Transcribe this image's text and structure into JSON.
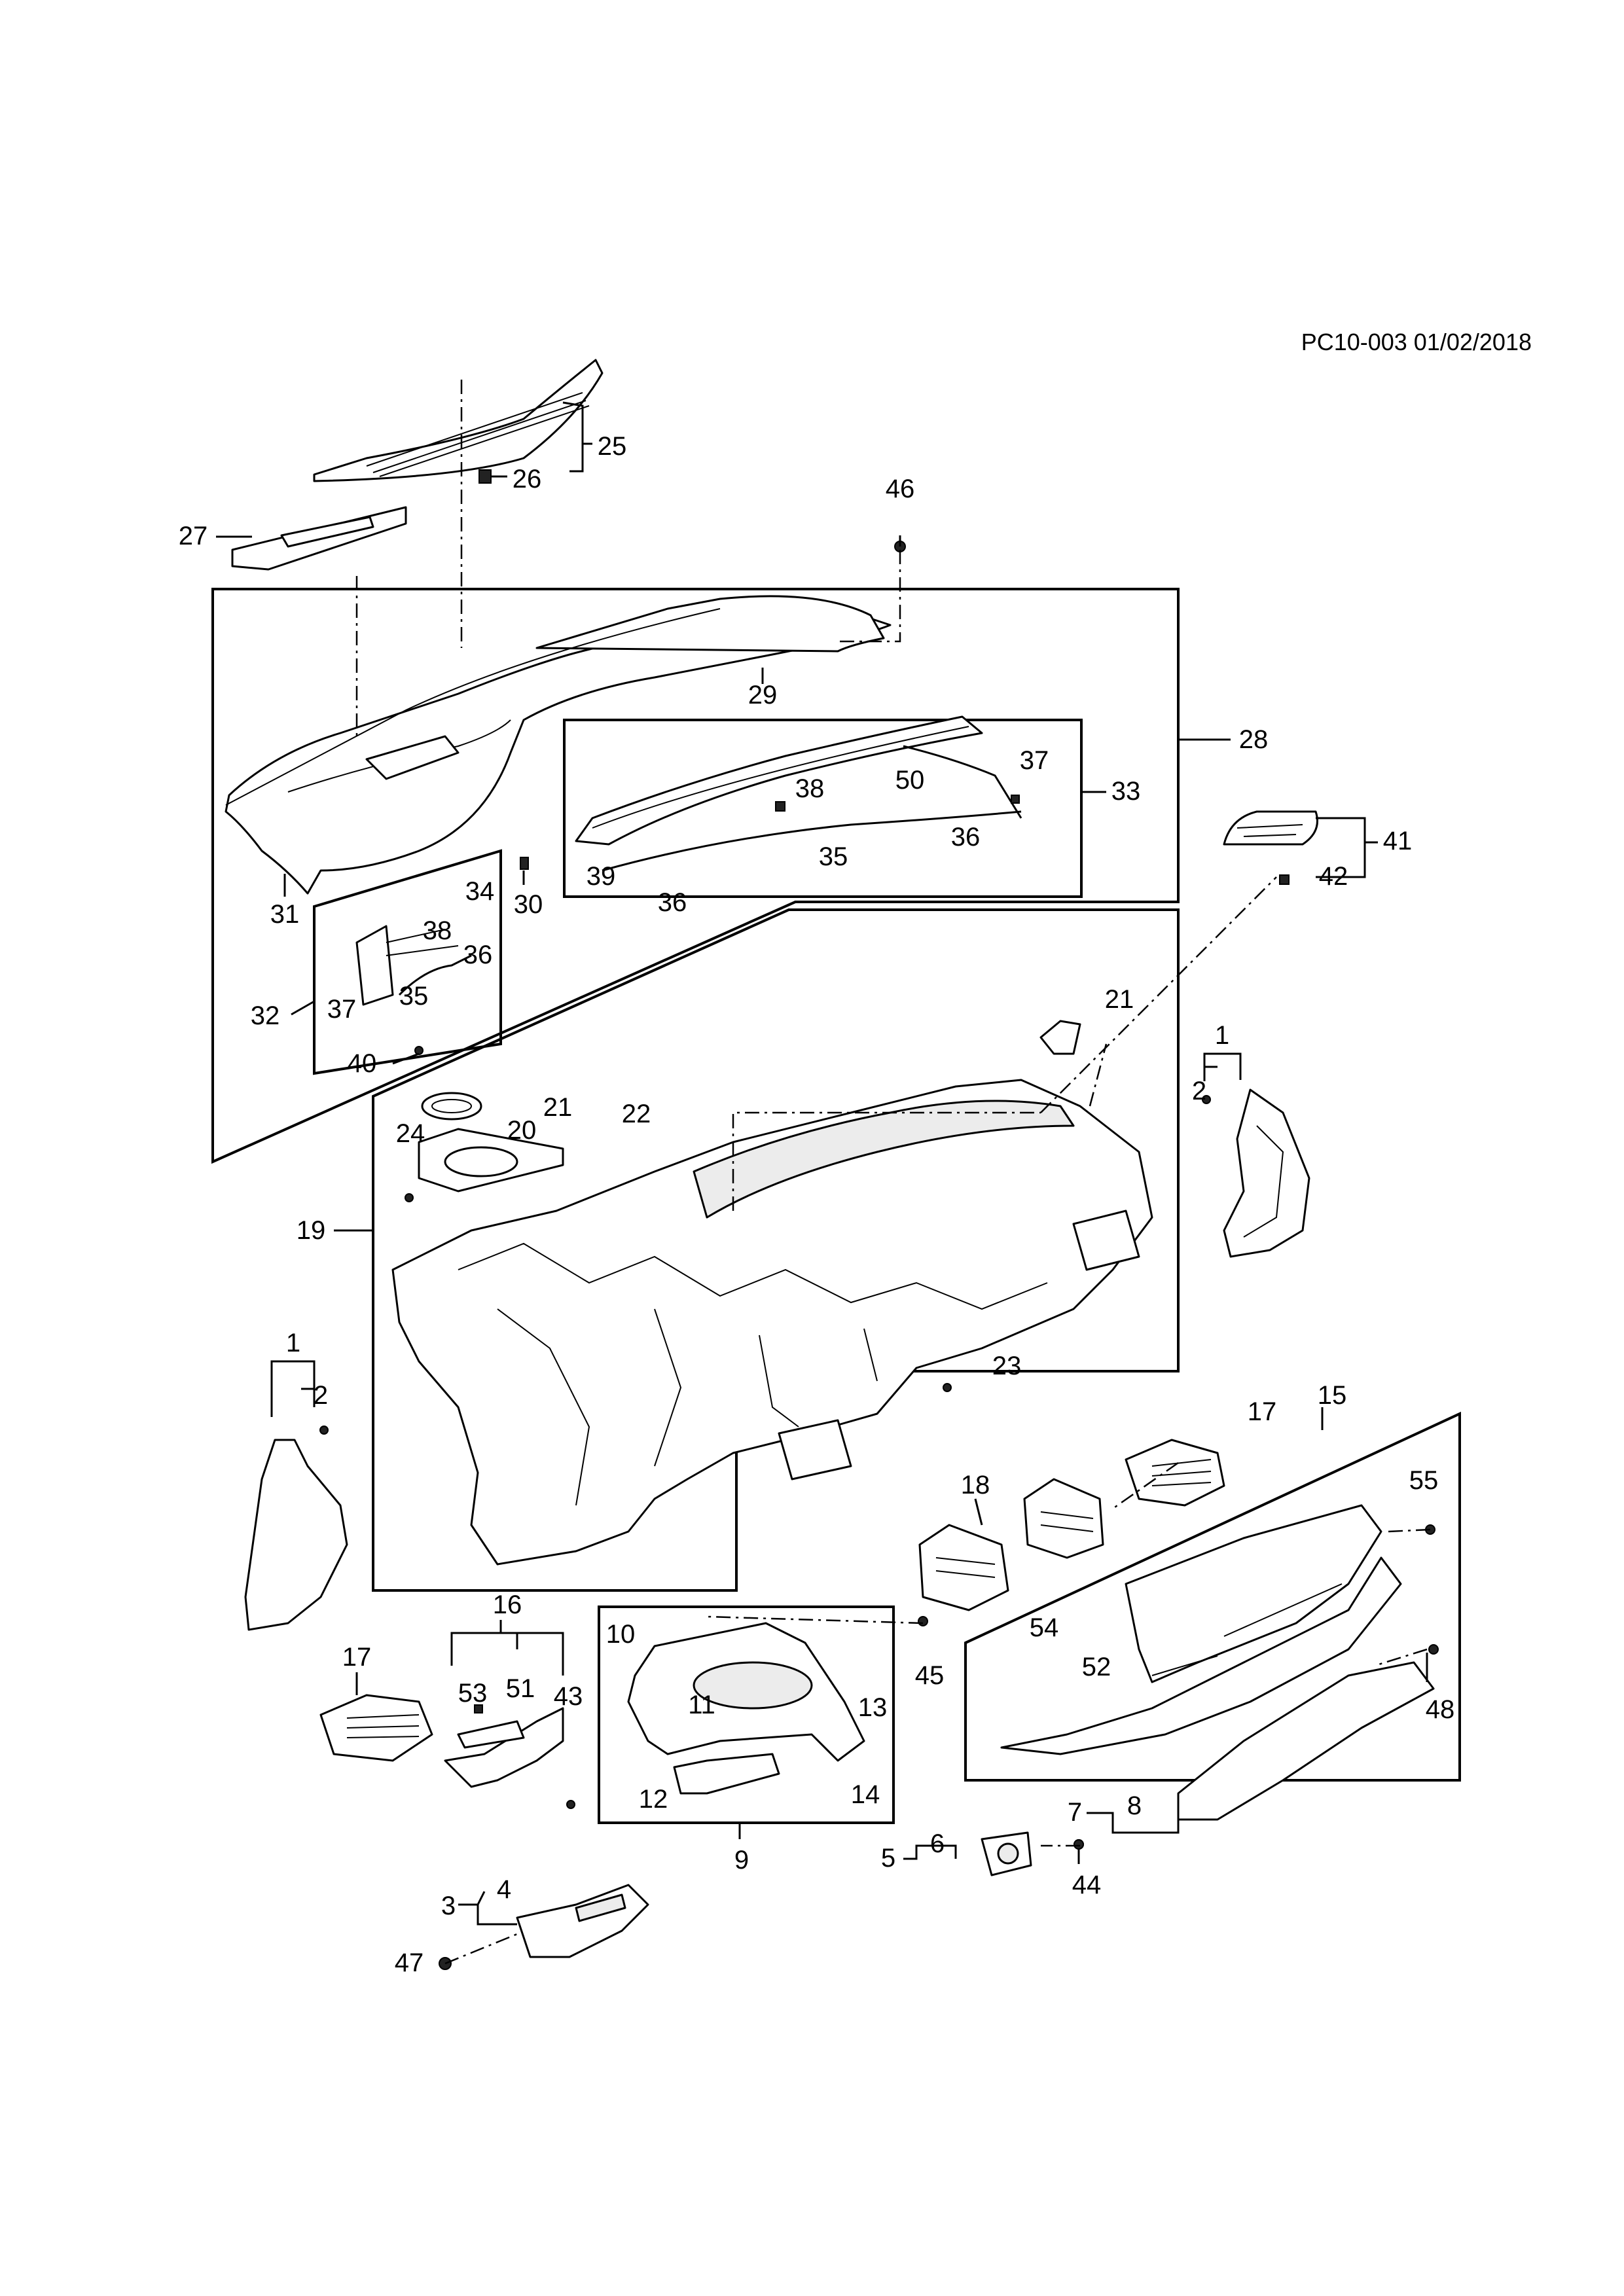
{
  "header": {
    "doc_code": "PC10-003 01/02/2018"
  },
  "callouts": {
    "c1a": "1",
    "c1b": "1",
    "c2a": "2",
    "c2b": "2",
    "c3": "3",
    "c4": "4",
    "c5": "5",
    "c6": "6",
    "c7": "7",
    "c8": "8",
    "c9": "9",
    "c10": "10",
    "c11": "11",
    "c12": "12",
    "c13": "13",
    "c14": "14",
    "c15": "15",
    "c16": "16",
    "c17a": "17",
    "c17b": "17",
    "c18": "18",
    "c19": "19",
    "c20": "20",
    "c21a": "21",
    "c21b": "21",
    "c22": "22",
    "c23": "23",
    "c24": "24",
    "c25": "25",
    "c26": "26",
    "c27": "27",
    "c28": "28",
    "c29": "29",
    "c30": "30",
    "c31": "31",
    "c32": "32",
    "c33": "33",
    "c34": "34",
    "c35a": "35",
    "c35b": "35",
    "c36a": "36",
    "c36b": "36",
    "c36c": "36",
    "c37a": "37",
    "c37b": "37",
    "c38a": "38",
    "c38b": "38",
    "c39": "39",
    "c40": "40",
    "c41": "41",
    "c42": "42",
    "c43": "43",
    "c44": "44",
    "c45": "45",
    "c46": "46",
    "c47": "47",
    "c48": "48",
    "c50": "50",
    "c51": "51",
    "c52": "52",
    "c53": "53",
    "c54": "54",
    "c55": "55"
  }
}
